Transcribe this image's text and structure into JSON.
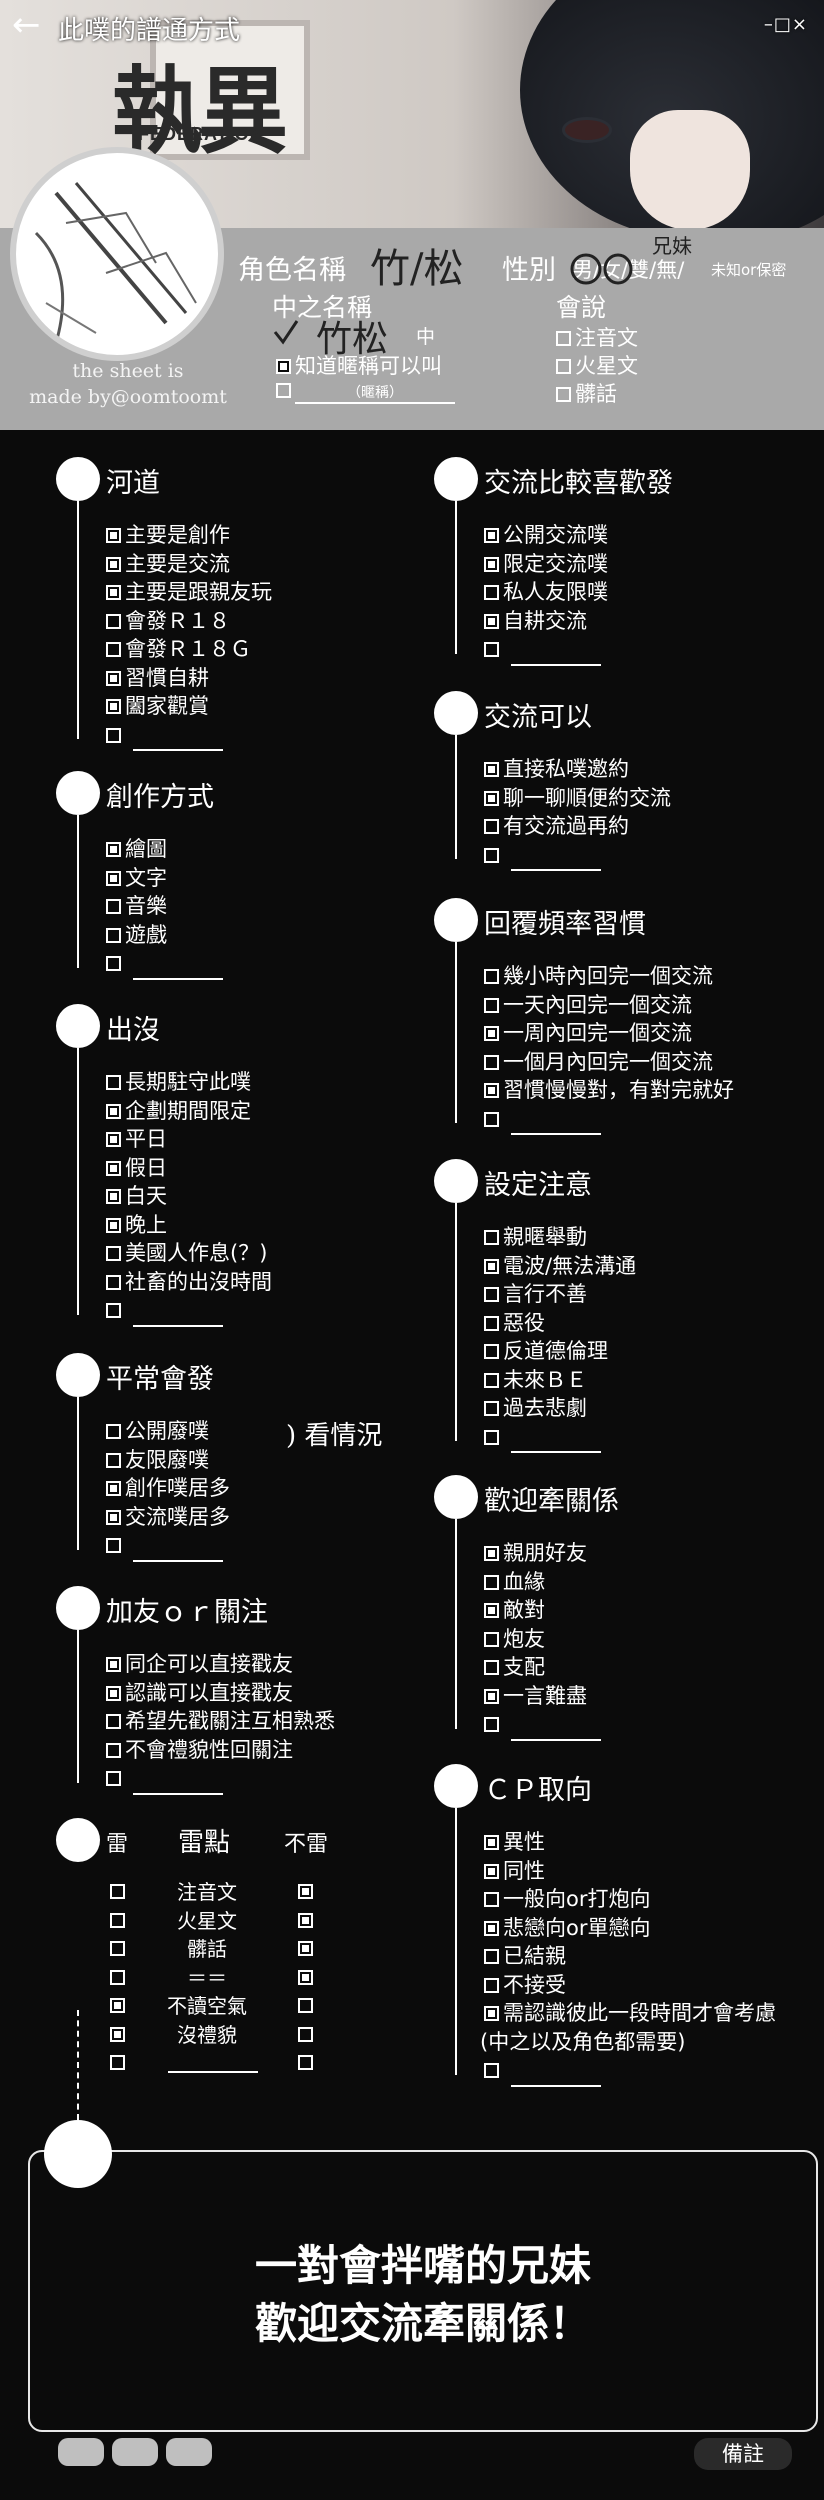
{
  "window": {
    "title": "此噗的譜通方式",
    "back_icon": "←",
    "controls": "–□×"
  },
  "logo": {
    "main": "執異",
    "sub": "FEDERATION"
  },
  "credit": [
    "the sheet is",
    "made by@oomtoomt"
  ],
  "profile": {
    "role_label": "角色名稱",
    "role_value": "竹/松",
    "gender_label": "性別",
    "gender_options": "男/女/雙/無/",
    "gender_extra": "未知or保密",
    "gender_note": "兄妹",
    "pl_label": "中之名稱",
    "pl_value": "竹松",
    "pl_suffix": "中",
    "pl_nick": "知道暱稱可以叫",
    "pl_nick_placeholder": "（暱稱）",
    "speak_label": "會說",
    "speak_options": [
      "注音文",
      "火星文",
      "髒話"
    ]
  },
  "sections_left": [
    {
      "title": "河道",
      "items": [
        {
          "checked": true,
          "label": "主要是創作"
        },
        {
          "checked": true,
          "label": "主要是交流"
        },
        {
          "checked": true,
          "label": "主要是跟親友玩"
        },
        {
          "checked": false,
          "label": "會發Ｒ１８"
        },
        {
          "checked": false,
          "label": "會發Ｒ１８Ｇ"
        },
        {
          "checked": true,
          "label": "習慣自耕"
        },
        {
          "checked": true,
          "label": "闔家觀賞"
        },
        {
          "checked": false,
          "label": ""
        }
      ]
    },
    {
      "title": "創作方式",
      "items": [
        {
          "checked": true,
          "label": "繪圖"
        },
        {
          "checked": true,
          "label": "文字"
        },
        {
          "checked": false,
          "label": "音樂"
        },
        {
          "checked": false,
          "label": "遊戲"
        },
        {
          "checked": false,
          "label": ""
        }
      ]
    },
    {
      "title": "出沒",
      "items": [
        {
          "checked": false,
          "label": "長期駐守此噗"
        },
        {
          "checked": true,
          "label": "企劃期間限定"
        },
        {
          "checked": true,
          "label": "平日"
        },
        {
          "checked": true,
          "label": "假日"
        },
        {
          "checked": true,
          "label": "白天"
        },
        {
          "checked": true,
          "label": "晚上"
        },
        {
          "checked": false,
          "label": "美國人作息(？)"
        },
        {
          "checked": false,
          "label": "社畜的出沒時間"
        },
        {
          "checked": false,
          "label": ""
        }
      ]
    },
    {
      "title": "平常會發",
      "items": [
        {
          "checked": false,
          "label": "公開廢噗"
        },
        {
          "checked": false,
          "label": "友限廢噗"
        },
        {
          "checked": true,
          "label": "創作噗居多"
        },
        {
          "checked": true,
          "label": "交流噗居多"
        },
        {
          "checked": false,
          "label": ""
        }
      ],
      "note": "看情況"
    },
    {
      "title": "加友ｏｒ關注",
      "items": [
        {
          "checked": true,
          "label": "同企可以直接戳友"
        },
        {
          "checked": true,
          "label": "認識可以直接戳友"
        },
        {
          "checked": false,
          "label": "希望先戳關注互相熟悉"
        },
        {
          "checked": false,
          "label": "不會禮貌性回關注"
        },
        {
          "checked": false,
          "label": ""
        }
      ]
    }
  ],
  "sections_right": [
    {
      "title": "交流比較喜歡發",
      "items": [
        {
          "checked": true,
          "label": "公開交流噗"
        },
        {
          "checked": true,
          "label": "限定交流噗"
        },
        {
          "checked": false,
          "label": "私人友限噗"
        },
        {
          "checked": true,
          "label": "自耕交流"
        },
        {
          "checked": false,
          "label": ""
        }
      ]
    },
    {
      "title": "交流可以",
      "items": [
        {
          "checked": true,
          "label": "直接私噗邀約"
        },
        {
          "checked": true,
          "label": "聊一聊順便約交流"
        },
        {
          "checked": false,
          "label": "有交流過再約"
        },
        {
          "checked": false,
          "label": ""
        }
      ]
    },
    {
      "title": "回覆頻率習慣",
      "items": [
        {
          "checked": false,
          "label": "幾小時內回完一個交流"
        },
        {
          "checked": false,
          "label": "一天內回完一個交流"
        },
        {
          "checked": true,
          "label": "一周內回完一個交流"
        },
        {
          "checked": false,
          "label": "一個月內回完一個交流"
        },
        {
          "checked": true,
          "label": "習慣慢慢對，有對完就好"
        },
        {
          "checked": false,
          "label": ""
        }
      ]
    },
    {
      "title": "設定注意",
      "items": [
        {
          "checked": false,
          "label": "親暱舉動"
        },
        {
          "checked": true,
          "label": "電波/無法溝通"
        },
        {
          "checked": false,
          "label": "言行不善"
        },
        {
          "checked": false,
          "label": "惡役"
        },
        {
          "checked": false,
          "label": "反道德倫理"
        },
        {
          "checked": false,
          "label": "未來ＢＥ"
        },
        {
          "checked": false,
          "label": "過去悲劇"
        },
        {
          "checked": false,
          "label": ""
        }
      ]
    },
    {
      "title": "歡迎牽關係",
      "items": [
        {
          "checked": true,
          "label": "親朋好友"
        },
        {
          "checked": false,
          "label": "血緣"
        },
        {
          "checked": true,
          "label": "敵對"
        },
        {
          "checked": false,
          "label": "炮友"
        },
        {
          "checked": false,
          "label": "支配"
        },
        {
          "checked": true,
          "label": "一言難盡"
        },
        {
          "checked": false,
          "label": ""
        }
      ]
    },
    {
      "title": "ＣＰ取向",
      "items": [
        {
          "checked": true,
          "label": "異性"
        },
        {
          "checked": true,
          "label": "同性"
        },
        {
          "checked": false,
          "label": "一般向or打炮向"
        },
        {
          "checked": true,
          "label": "悲戀向or單戀向"
        },
        {
          "checked": false,
          "label": "已結親"
        },
        {
          "checked": false,
          "label": "不接受"
        },
        {
          "checked": true,
          "label": "需認識彼此一段時間才會考慮"
        },
        {
          "checked": null,
          "label": "(中之以及角色都需要)"
        },
        {
          "checked": false,
          "label": ""
        }
      ]
    }
  ],
  "thunder": {
    "head_left": "雷",
    "head_mid": "雷點",
    "head_right": "不雷",
    "rows": [
      {
        "left": false,
        "label": "注音文",
        "right": true
      },
      {
        "left": false,
        "label": "火星文",
        "right": true
      },
      {
        "left": false,
        "label": "髒話",
        "right": true
      },
      {
        "left": false,
        "label": "＝＝",
        "right": true
      },
      {
        "left": true,
        "label": "不讀空氣",
        "right": false
      },
      {
        "left": true,
        "label": "沒禮貌",
        "right": false
      },
      {
        "left": false,
        "label": "",
        "right": false
      }
    ]
  },
  "footer": {
    "lines": [
      "一對會拌嘴的兄妹",
      "歡迎交流牽關係！"
    ],
    "note_button": "備註"
  }
}
